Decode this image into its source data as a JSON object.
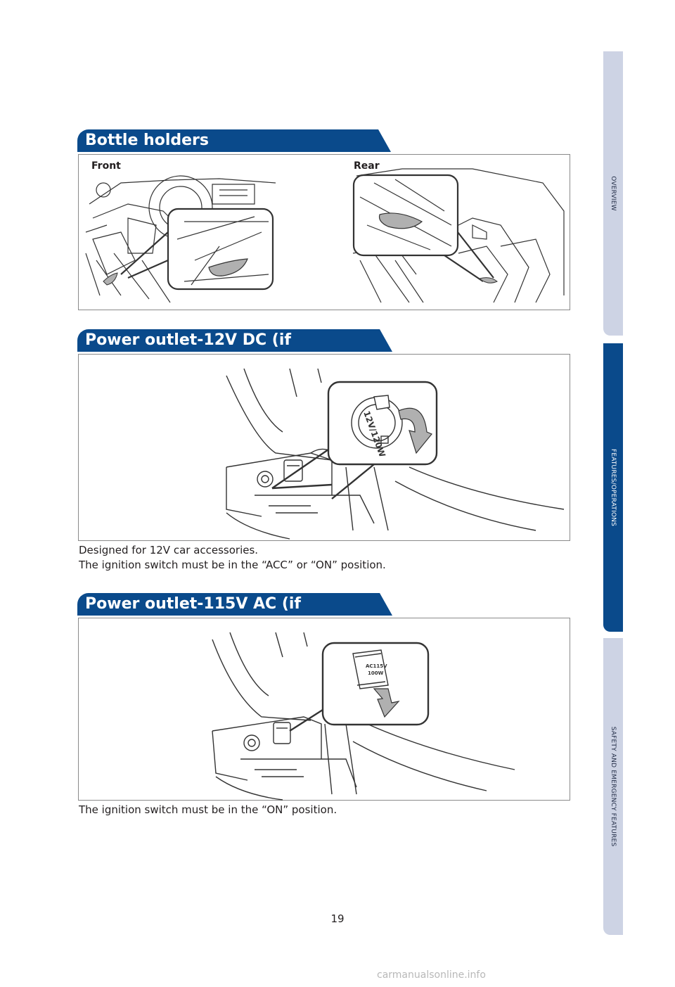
{
  "sections": {
    "bottle": {
      "title": "Bottle holders",
      "label_front": "Front",
      "label_rear": "Rear"
    },
    "dc": {
      "title": "Power outlet-12V DC (if equipped)",
      "caption_line1": "Designed for 12V car accessories.",
      "caption_line2": "The ignition switch must be in the “ACC” or “ON” position.",
      "cover_text": "12V/120W"
    },
    "ac": {
      "title": "Power outlet-115V AC (if equipped)",
      "caption_line1": "The ignition switch must be in the “ON” position.",
      "cover_text_1": "AC115V",
      "cover_text_2": "100W"
    }
  },
  "side_tabs": [
    {
      "label": "OVERVIEW",
      "active": false
    },
    {
      "label": "FEATURES/OPERATIONS",
      "active": true
    },
    {
      "label": "SAFETY AND EMERGENCY FEATURES",
      "active": false
    }
  ],
  "page_number": "19",
  "watermark": "carmanualsonline.info",
  "colors": {
    "header_blue": "#0a4a8b",
    "tab_inactive": "#cdd3e4",
    "tab_active": "#0a4a8b",
    "holder_gray": "#b0b0b0"
  }
}
